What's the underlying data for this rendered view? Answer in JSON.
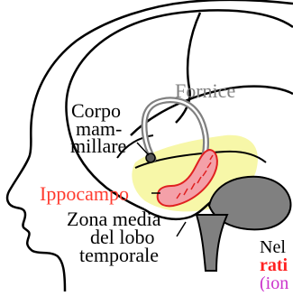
{
  "labels": {
    "fornice": "Fornice",
    "corpo_mammillare": [
      "Corpo",
      "mam-",
      "millare"
    ],
    "ippocampo": "Ippocampo",
    "zona_media": [
      "Zona media",
      "del lobo",
      "temporale"
    ]
  },
  "caption_fragment": {
    "line1": "Nel",
    "line2": "rati",
    "line3": "(ion"
  },
  "colors": {
    "outline": "#000000",
    "fornix": "#808080",
    "hippocampus_fill": "#f4a0a8",
    "hippocampus_stroke": "#e02020",
    "temporal_zone": "#f7f7a8",
    "cerebellum": "#808080",
    "ippocampo_text": "#ff3b2f",
    "rati_text": "#ff2020",
    "ion_text": "#cc33cc"
  }
}
